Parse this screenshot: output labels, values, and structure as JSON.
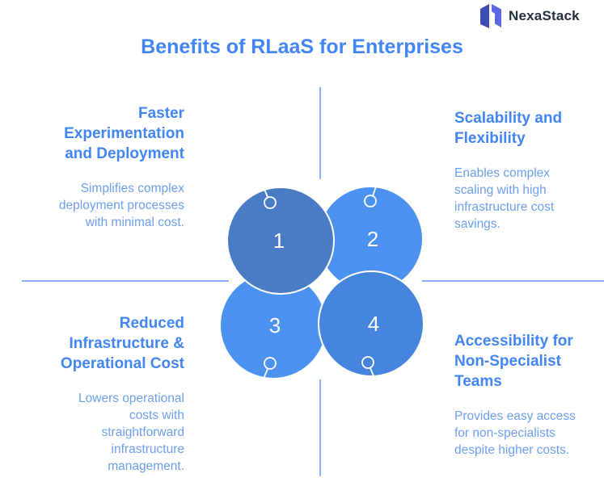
{
  "brand": {
    "name": "NexaStack",
    "text_color": "#243040",
    "icon_colors": {
      "dark": "#3D4DB4",
      "light": "#5A69E2"
    }
  },
  "title": {
    "text": "Benefits of RLaaS for Enterprises"
  },
  "quadrants": {
    "top_left": {
      "heading": "Faster\nExperimentation\nand Deployment",
      "body": "Simplifies complex\ndeployment processes\nwith minimal cost."
    },
    "top_right": {
      "heading": "Scalability and\nFlexibility",
      "body": "Enables complex\nscaling with high\ninfrastructure cost\nsavings."
    },
    "bottom_left": {
      "heading": "Reduced\nInfrastructure &\nOperational Cost",
      "body": "Lowers operational\ncosts with\nstraightforward\ninfrastructure\nmanagement."
    },
    "bottom_right": {
      "heading": "Accessibility for\nNon-Specialist\nTeams",
      "body": "Provides easy access\nfor non-specialists\ndespite higher costs."
    }
  },
  "venn": {
    "circles": [
      {
        "number": "1",
        "color": "#4A7CC6"
      },
      {
        "number": "2",
        "color": "#4C93F1"
      },
      {
        "number": "3",
        "color": "#4C93F1"
      },
      {
        "number": "4",
        "color": "#4585DE"
      }
    ],
    "outline_color": "#FFFFFF",
    "number_color": "#FFFFFF"
  },
  "colors": {
    "heading": "#4285F4",
    "body": "#6C9FEE",
    "divider": "#8FB2F2",
    "background": "#FFFFFF"
  }
}
